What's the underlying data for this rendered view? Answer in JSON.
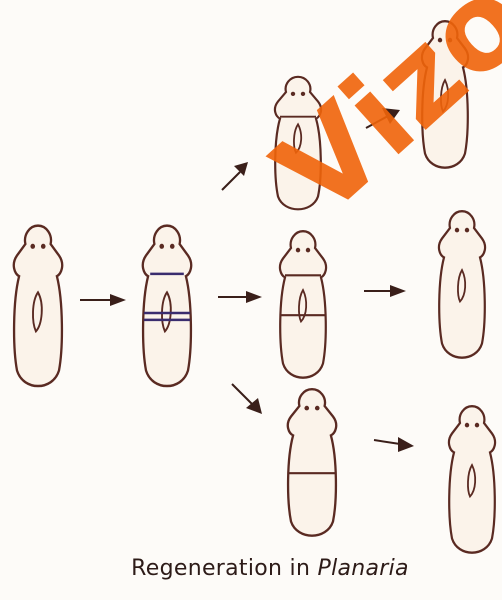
{
  "diagram": {
    "caption_prefix": "Regeneration in ",
    "caption_italic": "Planaria"
  },
  "watermark": {
    "text": "Vizo",
    "color": "#f0640a"
  },
  "colors": {
    "outline": "#5a2a22",
    "cut": "#3a2c6e",
    "arrow": "#3a1f1a"
  }
}
